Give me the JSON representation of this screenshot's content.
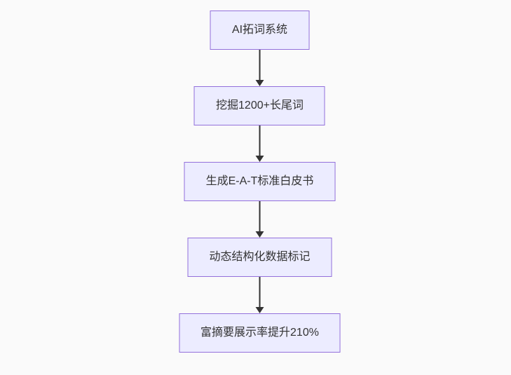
{
  "page": {
    "background": "#fafafa"
  },
  "diagram": {
    "type": "flowchart",
    "direction": "top-down",
    "nodes": [
      {
        "id": "n1",
        "label": "AI拓词系统"
      },
      {
        "id": "n2",
        "label": "挖掘1200+长尾词"
      },
      {
        "id": "n3",
        "label": "生成E-A-T标准白皮书"
      },
      {
        "id": "n4",
        "label": "动态结构化数据标记"
      },
      {
        "id": "n5",
        "label": "富摘要展示率提升210%"
      }
    ],
    "edges": [
      {
        "from": "n1",
        "to": "n2"
      },
      {
        "from": "n2",
        "to": "n3"
      },
      {
        "from": "n3",
        "to": "n4"
      },
      {
        "from": "n4",
        "to": "n5"
      }
    ],
    "colors": {
      "node_fill": "#ECECFF",
      "node_border": "#9370DB",
      "label_text": "#333333",
      "edge": "#333333"
    }
  }
}
